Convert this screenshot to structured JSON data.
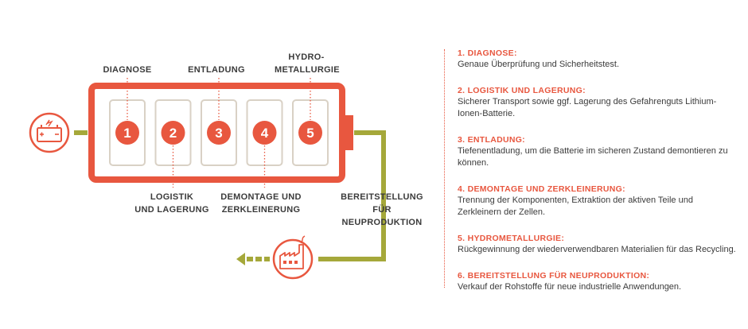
{
  "diagram": {
    "steps": [
      {
        "number": "1",
        "label": "DIAGNOSE"
      },
      {
        "number": "2",
        "label": "LOGISTIK\nUND LAGERUNG"
      },
      {
        "number": "3",
        "label": "ENTLADUNG"
      },
      {
        "number": "4",
        "label": "DEMONTAGE UND\nZERKLEINERUNG"
      },
      {
        "number": "5",
        "label": "HYDRO-\nMETALLURGIE"
      }
    ],
    "output_label": "BEREITSTELLUNG FÜR\nNEUPRODUKTION",
    "icons": {
      "input": "car-battery-icon",
      "output": "factory-icon",
      "arrow": "dashed-arrow-left-icon"
    },
    "colors": {
      "accent": "#e8573f",
      "flow": "#a5a83a",
      "cell_border": "#d9d1c5",
      "text": "#3b3b3b"
    }
  },
  "legend": [
    {
      "title": "1. DIAGNOSE:",
      "text": "Genaue Überprüfung und Sicherheitstest."
    },
    {
      "title": "2. LOGISTIK UND LAGERUNG:",
      "text": "Sicherer Transport sowie ggf. Lagerung des Gefahrenguts Lithium-Ionen-Batterie."
    },
    {
      "title": "3. ENTLADUNG:",
      "text": "Tiefenentladung, um die Batterie im sicheren Zustand demontieren zu können."
    },
    {
      "title": "4. DEMONTAGE UND ZERKLEINERUNG:",
      "text": "Trennung der Komponenten, Extraktion der aktiven Teile und Zerkleinern der Zellen."
    },
    {
      "title": "5. HYDROMETALLURGIE:",
      "text": "Rückgewinnung der wiederverwendbaren Materialien für das Recycling."
    },
    {
      "title": "6. BEREITSTELLUNG FÜR NEUPRODUKTION:",
      "text": "Verkauf der Rohstoffe für neue industrielle Anwendungen."
    }
  ]
}
